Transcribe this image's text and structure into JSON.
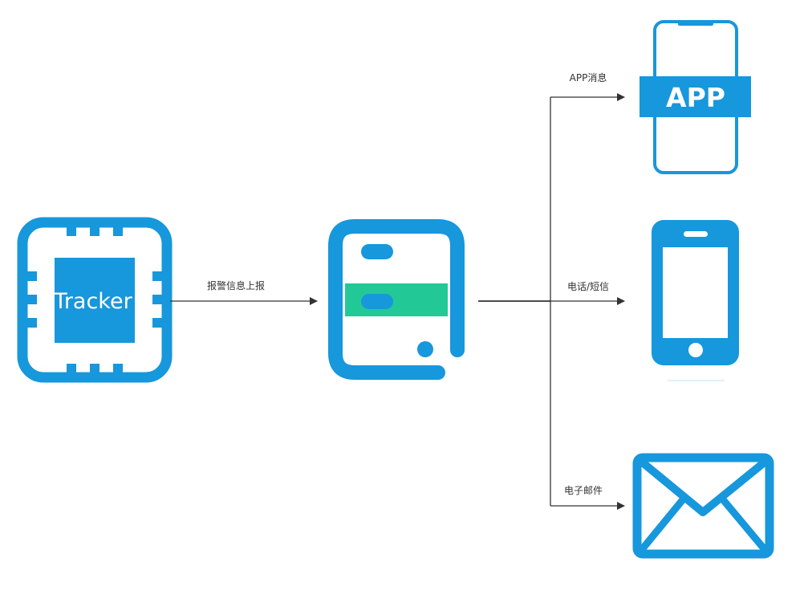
{
  "colors": {
    "icon_blue": "#1797dc",
    "server_green": "#22c997",
    "line": "#333333",
    "background": "#ffffff"
  },
  "nodes": {
    "tracker": {
      "icon": "chip-icon",
      "label": "Tracker"
    },
    "server": {
      "icon": "server-icon"
    },
    "app": {
      "icon": "smartphone-app-icon",
      "label": "APP"
    },
    "phone": {
      "icon": "mobile-phone-icon"
    },
    "email": {
      "icon": "envelope-icon"
    }
  },
  "edges": {
    "report": {
      "label": "报警信息上报"
    },
    "app_message": {
      "label": "APP消息"
    },
    "call_sms": {
      "label": "电话/短信"
    },
    "email": {
      "label": "电子邮件"
    }
  }
}
